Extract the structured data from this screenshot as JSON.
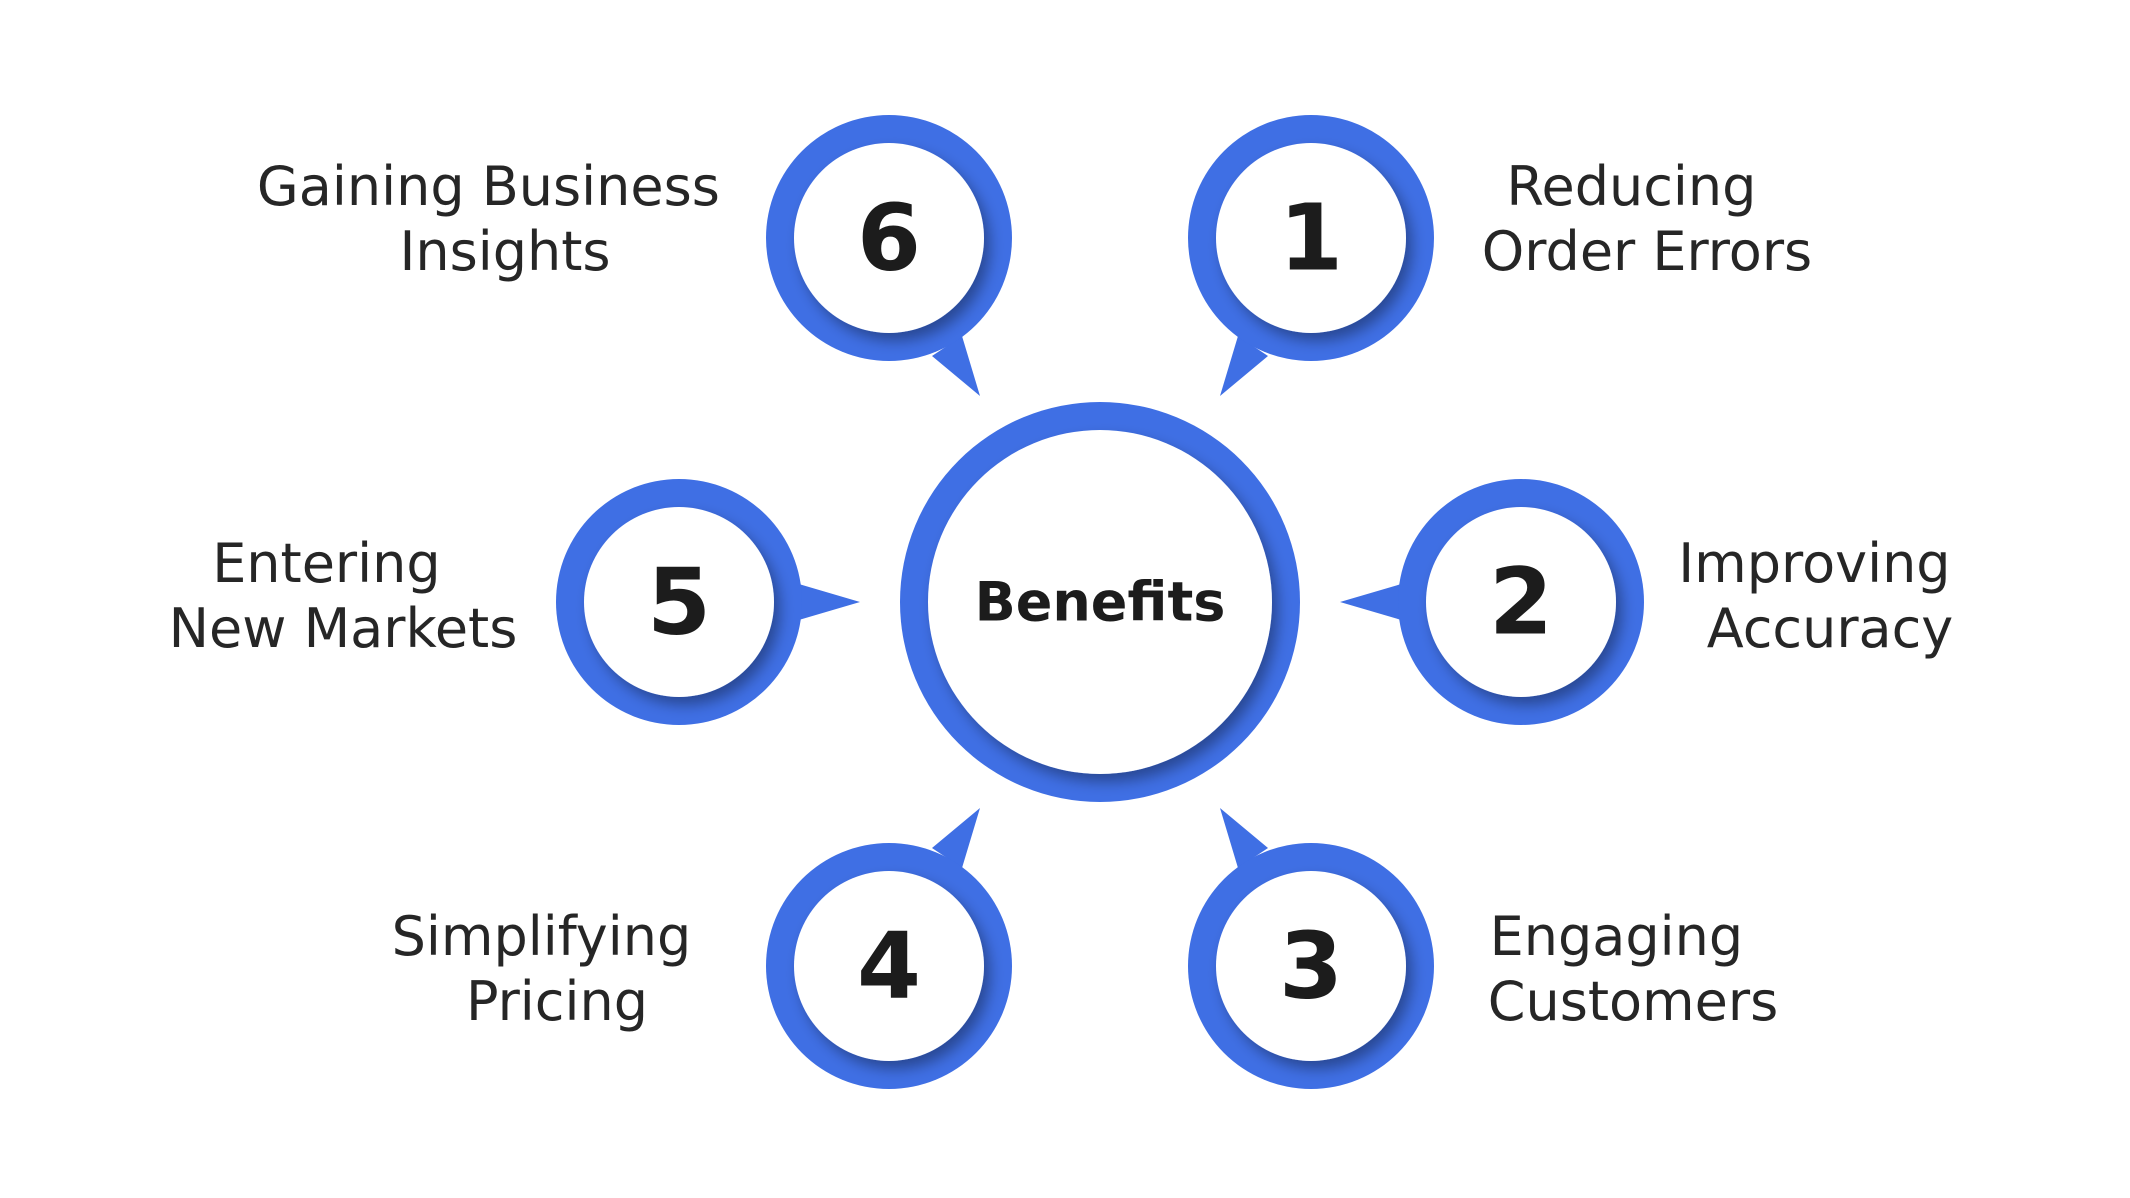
{
  "colors": {
    "accent": "#3f6fe4",
    "circle_fill": "#ffffff",
    "text": "#1c1c1c",
    "background": "#ffffff"
  },
  "center": {
    "label": "Benefits"
  },
  "benefits": [
    {
      "number": "1",
      "label_line1": "Reducing",
      "label_line2": "Order Errors"
    },
    {
      "number": "2",
      "label_line1": "Improving",
      "label_line2": "Accuracy"
    },
    {
      "number": "3",
      "label_line1": "Engaging",
      "label_line2": "Customers"
    },
    {
      "number": "4",
      "label_line1": "Simplifying",
      "label_line2": "Pricing"
    },
    {
      "number": "5",
      "label_line1": "Entering",
      "label_line2": "New Markets"
    },
    {
      "number": "6",
      "label_line1": "Gaining Business",
      "label_line2": "Insights"
    }
  ]
}
